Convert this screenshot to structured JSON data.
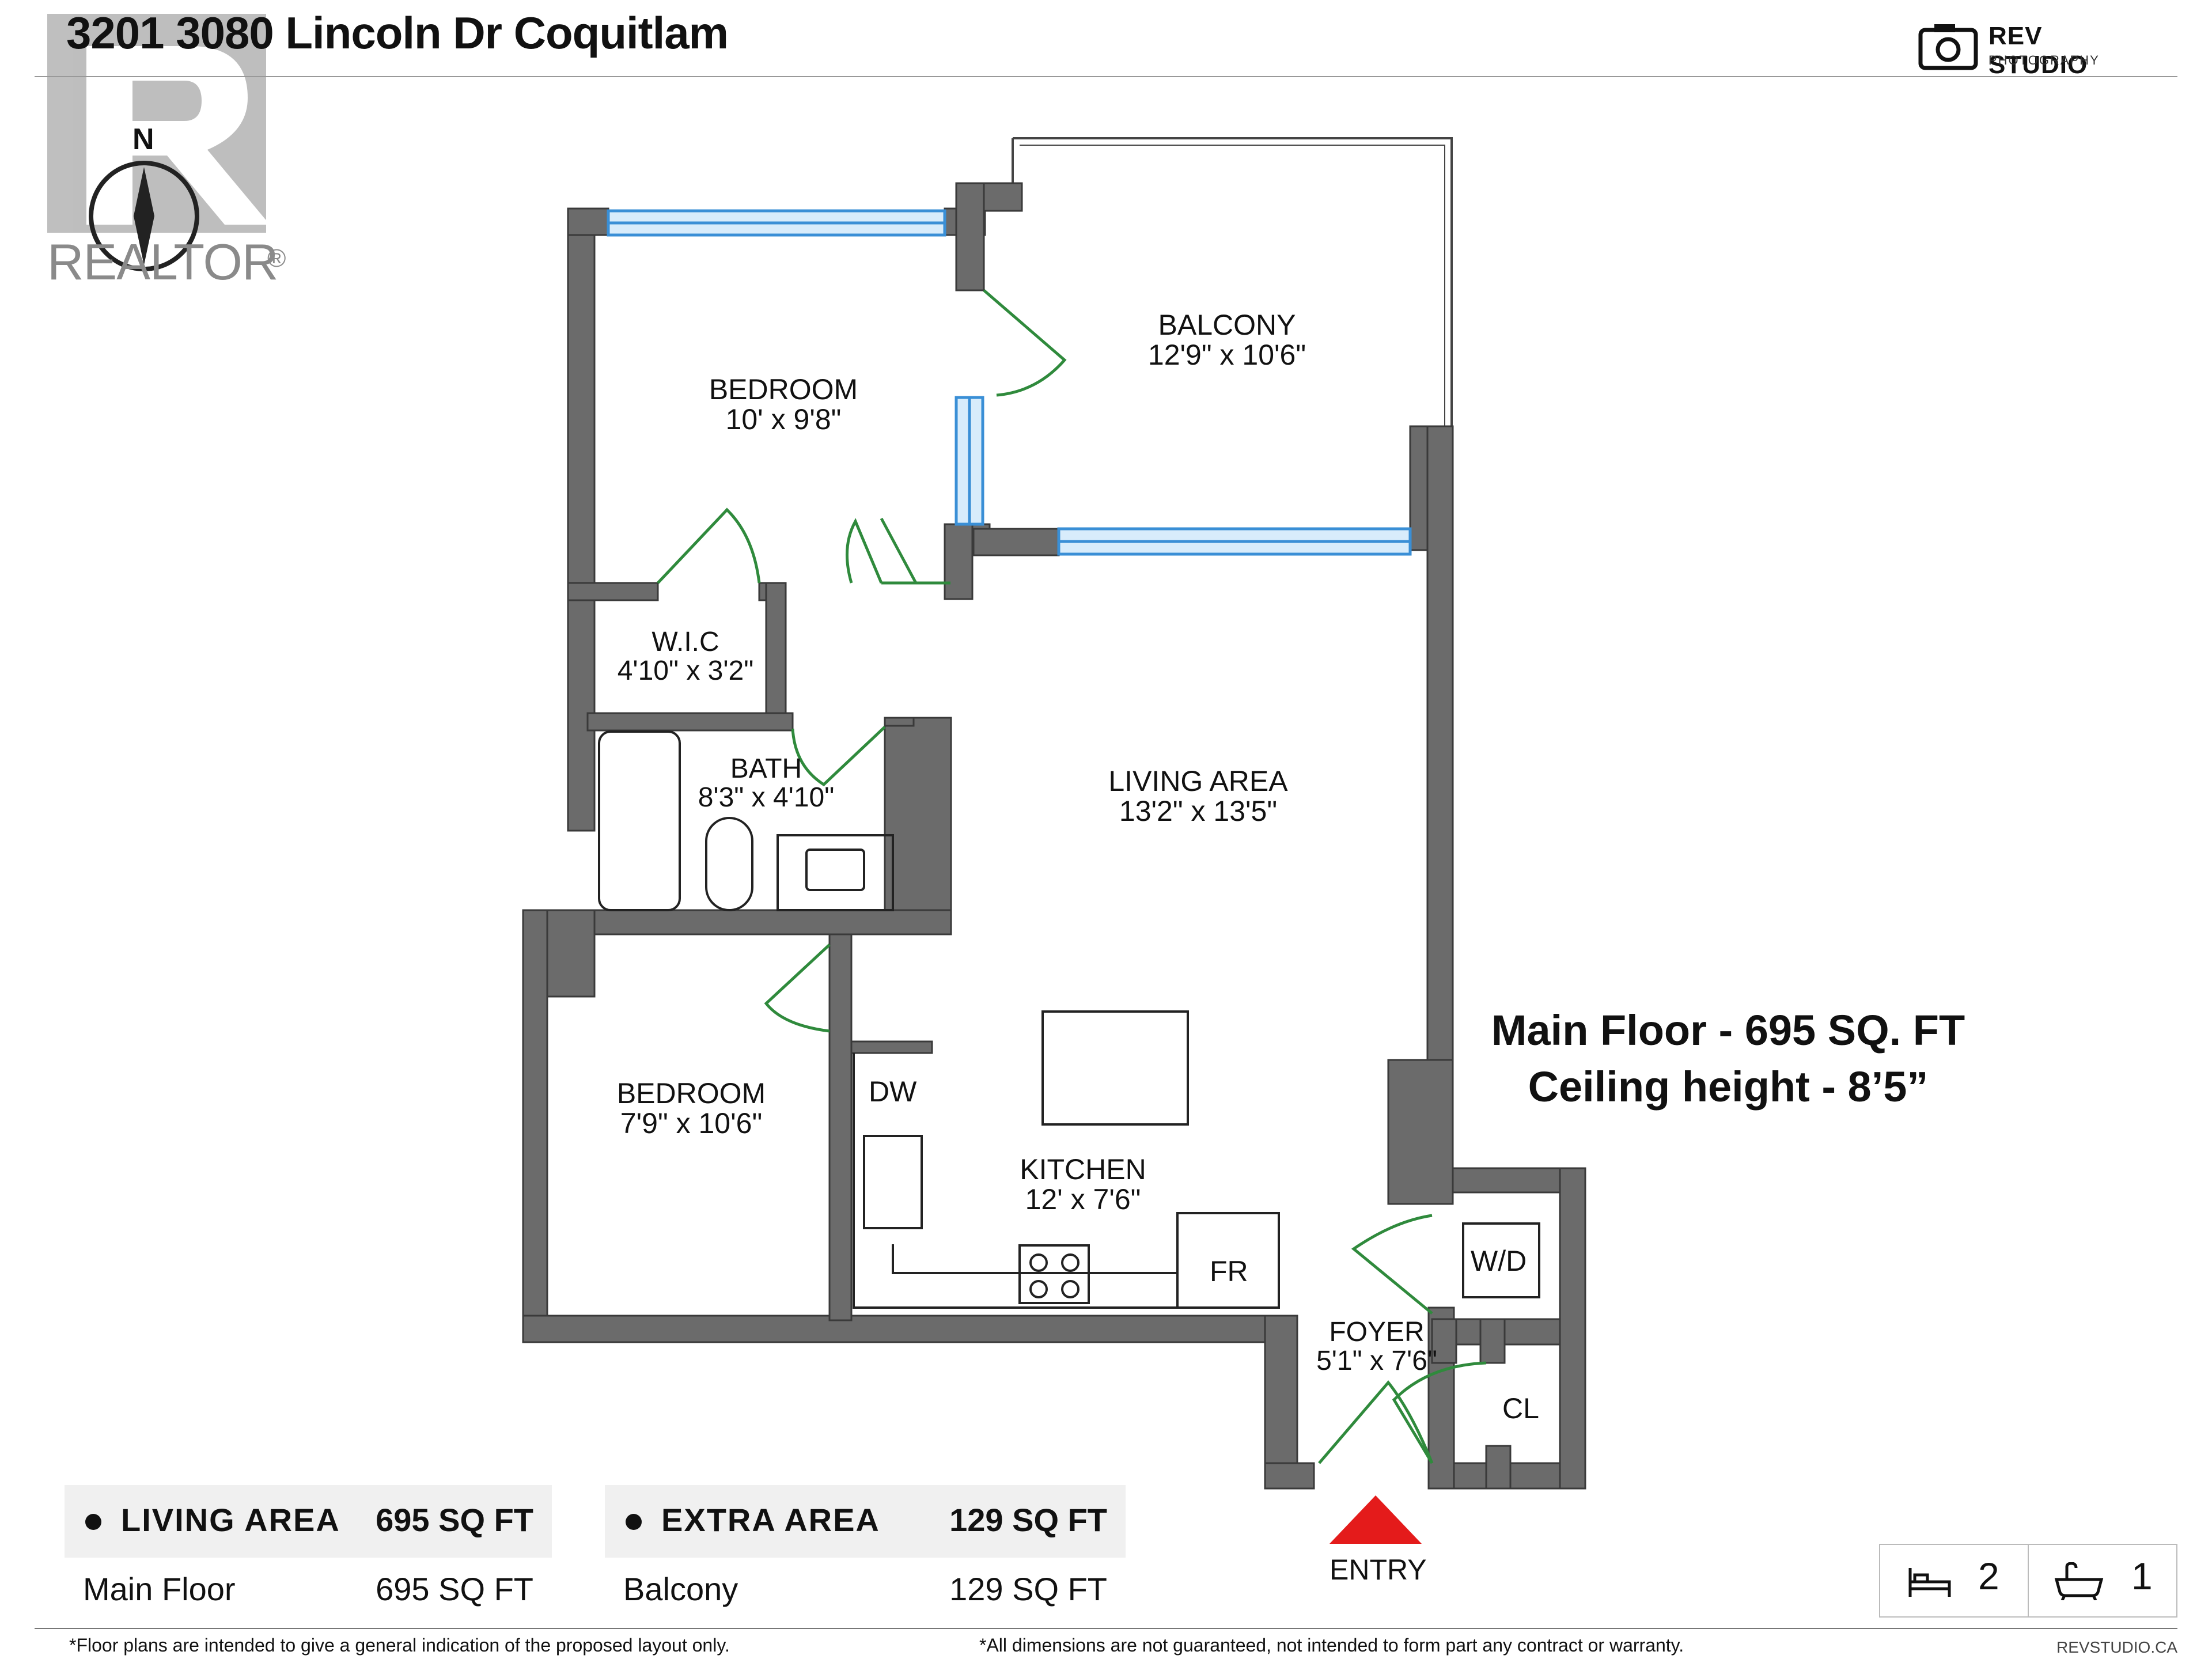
{
  "header": {
    "title": "3201 3080 Lincoln Dr Coquitlam",
    "brand_name": "REV STUDIO",
    "brand_sub": "PHOTOGRAPHY",
    "realtor_mark": "REALTOR",
    "registered": "®",
    "compass_label": "N"
  },
  "rooms": [
    {
      "name": "BALCONY",
      "size": "12'9\" x 10'6\""
    },
    {
      "name": "BEDROOM",
      "size": "10' x 9'8\""
    },
    {
      "name": "W.I.C",
      "size": "4'10\" x 3'2\""
    },
    {
      "name": "BATH",
      "size": "8'3\" x 4'10\""
    },
    {
      "name": "LIVING AREA",
      "size": "13'2\" x 13'5\""
    },
    {
      "name": "BEDROOM",
      "size": "7'9\" x 10'6\""
    },
    {
      "name": "KITCHEN",
      "size": "12' x 7'6\""
    },
    {
      "name": "FOYER",
      "size": "5'1\" x 7'6\""
    }
  ],
  "fixtures": {
    "dw": "DW",
    "fr": "FR",
    "wd": "W/D",
    "cl": "CL"
  },
  "entry_label": "ENTRY",
  "floor_info": {
    "line1": "Main Floor - 695 SQ. FT",
    "line2": "Ceiling height - 8’5”"
  },
  "areas": {
    "living": {
      "label": "LIVING AREA",
      "total": "695 SQ FT",
      "row_label": "Main Floor",
      "row_value": "695 SQ FT"
    },
    "extra": {
      "label": "EXTRA AREA",
      "total": "129 SQ FT",
      "row_label": "Balcony",
      "row_value": "129 SQ FT"
    }
  },
  "counts": {
    "bedrooms": "2",
    "bathrooms": "1"
  },
  "footer": {
    "disclaimer_left": "*Floor plans are intended to give a general indication of the proposed layout only.",
    "disclaimer_right": "*All dimensions are not guaranteed, not intended to form part any contract or warranty.",
    "site": "REVSTUDIO.CA"
  },
  "colors": {
    "wall": "#6b6b6b",
    "window": "#3a8fd6",
    "door": "#2f8a3c",
    "entry_arrow": "#e41b1b"
  }
}
